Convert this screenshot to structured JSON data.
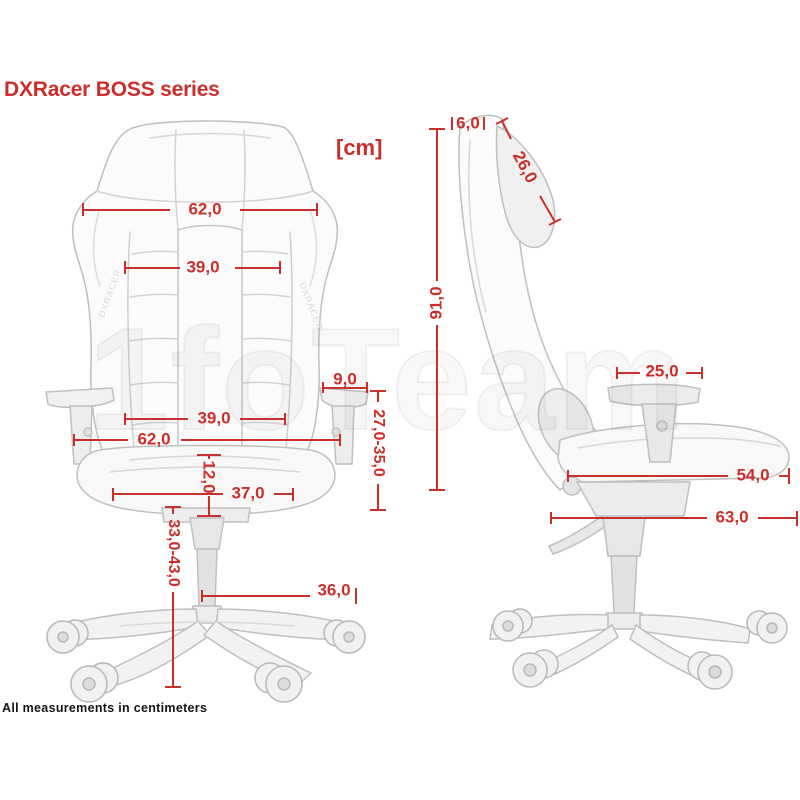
{
  "page": {
    "title": "DXRacer BOSS series",
    "unit_label": "[cm]",
    "footnote": "All measurements in centimeters",
    "watermark": "1foTeam",
    "accent_color": "#c9302c"
  },
  "front_view": {
    "wing_logo": "DXRACER",
    "dims": {
      "backrest_width": "62,0",
      "backrest_inner_width_upper": "39,0",
      "armrest_pad_width": "9,0",
      "backrest_inner_width_lower": "39,0",
      "seat_overall_width": "62,0",
      "seat_cushion_height": "12,0",
      "seat_inner_width": "37,0",
      "armrest_height_range": "27,0-35,0",
      "seat_height_range": "33,0-43,0",
      "base_radius": "36,0"
    }
  },
  "side_view": {
    "dims": {
      "headrest_top_width": "6,0",
      "headrest_length": "26,0",
      "backrest_height": "91,0",
      "armrest_pad_length": "25,0",
      "seat_depth": "54,0",
      "total_depth": "63,0"
    }
  }
}
